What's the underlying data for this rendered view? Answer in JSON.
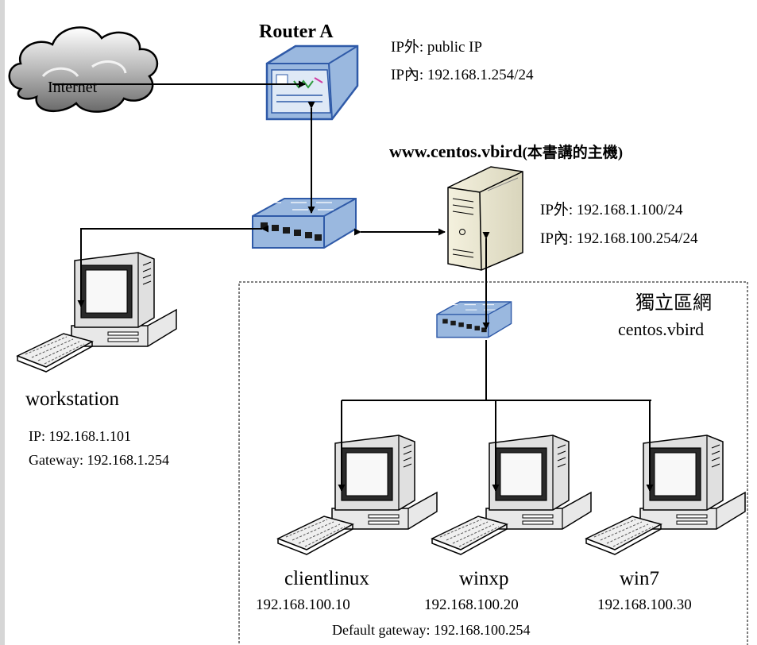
{
  "colors": {
    "page_bg": "#d6d6d6",
    "canvas_bg": "#ffffff",
    "device_blue": "#9ab8df",
    "device_border": "#2f5aa8",
    "line": "#000000"
  },
  "router": {
    "title": "Router A",
    "ip_out": "IP外: public IP",
    "ip_in": "IP內: 192.168.1.254/24",
    "icon": "router-icon"
  },
  "internet": {
    "label": "Internet",
    "icon": "cloud-icon"
  },
  "server": {
    "title": "www.centos.vbird",
    "title_note": "(本書講的主機)",
    "ip_out": "IP外: 192.168.1.100/24",
    "ip_in": "IP內: 192.168.100.254/24",
    "icon": "server-tower-icon"
  },
  "lan": {
    "name": "獨立區網",
    "domain": "centos.vbird",
    "default_gateway": "Default gateway: 192.168.100.254"
  },
  "workstation": {
    "name": "workstation",
    "ip": "IP: 192.168.1.101",
    "gateway": "Gateway: 192.168.1.254",
    "icon": "desktop-computer-icon"
  },
  "clients": [
    {
      "name": "clientlinux",
      "ip": "192.168.100.10",
      "icon": "desktop-computer-icon"
    },
    {
      "name": "winxp",
      "ip": "192.168.100.20",
      "icon": "desktop-computer-icon"
    },
    {
      "name": "win7",
      "ip": "192.168.100.30",
      "icon": "desktop-computer-icon"
    }
  ],
  "switches": [
    {
      "role": "main",
      "icon": "network-switch-icon"
    },
    {
      "role": "lan",
      "icon": "network-switch-icon"
    }
  ]
}
